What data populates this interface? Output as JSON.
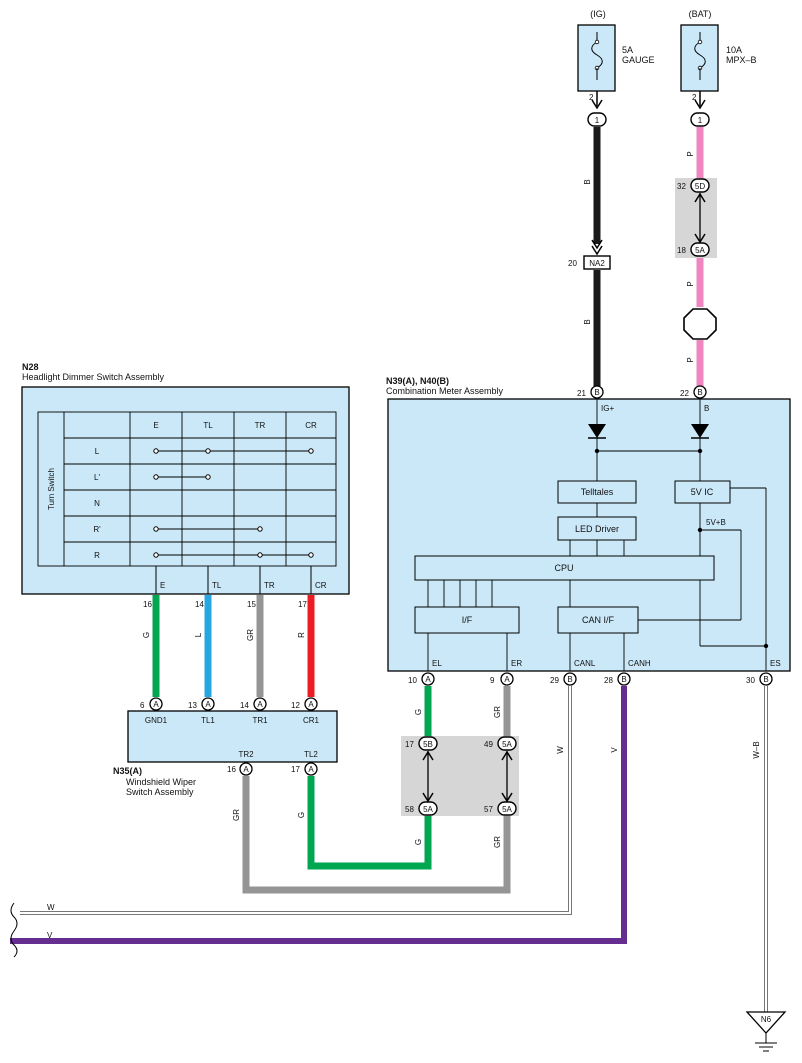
{
  "colors": {
    "component_fill": "#cbe8f8",
    "splice_fill": "#d6d6d6",
    "wire_B": "#1a1a1a",
    "wire_P": "#ee86bf",
    "wire_G": "#00a650",
    "wire_L": "#27a6e1",
    "wire_GR": "#959595",
    "wire_R": "#ed1c24",
    "wire_V": "#662d91",
    "wire_W": "#ffffff"
  },
  "fuses": {
    "ig": {
      "supply": "(IG)",
      "rating": "5A",
      "name": "GAUGE",
      "pin": "2",
      "conn_pin": "1"
    },
    "bat": {
      "supply": "(BAT)",
      "rating": "10A",
      "name": "MPX–B",
      "pin": "2",
      "conn_pin": "1"
    }
  },
  "junctions": {
    "j_5d": {
      "pin": "32",
      "label": "5D"
    },
    "j_5a_bat": {
      "pin": "18",
      "label": "5A"
    },
    "na2": {
      "pin": "20",
      "label": "NA2"
    },
    "j_5b": {
      "pin": "17",
      "label": "5B"
    },
    "j_5a_er_top": {
      "pin": "49",
      "label": "5A"
    },
    "j_5a_el_bot": {
      "pin": "58",
      "label": "5A"
    },
    "j_5a_er_bot": {
      "pin": "57",
      "label": "5A"
    }
  },
  "n28": {
    "id": "N28",
    "name": "Headlight Dimmer Switch Assembly",
    "side_label": "Turn Switch",
    "columns": [
      "E",
      "TL",
      "TR",
      "CR"
    ],
    "rows": [
      "L",
      "L'",
      "N",
      "R'",
      "R"
    ],
    "terminals": [
      {
        "label": "E",
        "pin": "16",
        "wire": "G"
      },
      {
        "label": "TL",
        "pin": "14",
        "wire": "L"
      },
      {
        "label": "TR",
        "pin": "15",
        "wire": "GR"
      },
      {
        "label": "CR",
        "pin": "17",
        "wire": "R"
      }
    ]
  },
  "n35": {
    "id": "N35(A)",
    "name": "Windshield Wiper",
    "name2": "Switch Assembly",
    "top_terminals": [
      {
        "label": "GND1",
        "pin": "6",
        "conn": "A"
      },
      {
        "label": "TL1",
        "pin": "13",
        "conn": "A"
      },
      {
        "label": "TR1",
        "pin": "14",
        "conn": "A"
      },
      {
        "label": "CR1",
        "pin": "12",
        "conn": "A"
      }
    ],
    "bottom_terminals": [
      {
        "label": "TR2",
        "pin": "16",
        "conn": "A",
        "wire": "GR"
      },
      {
        "label": "TL2",
        "pin": "17",
        "conn": "A",
        "wire": "G"
      }
    ]
  },
  "meter": {
    "id": "N39(A), N40(B)",
    "name": "Combination Meter Assembly",
    "top_terminals": [
      {
        "label": "IG+",
        "pin": "21",
        "conn": "B"
      },
      {
        "label": "B",
        "pin": "22",
        "conn": "B"
      }
    ],
    "blocks": {
      "telltales": "Telltales",
      "led": "LED Driver",
      "cpu": "CPU",
      "five_v_ic": "5V IC",
      "if": "I/F",
      "can_if": "CAN I/F",
      "five_v_b": "5V+B"
    },
    "bottom_terminals": [
      {
        "label": "EL",
        "pin": "10",
        "conn": "A",
        "wire": "G"
      },
      {
        "label": "ER",
        "pin": "9",
        "conn": "A",
        "wire": "GR"
      },
      {
        "label": "CANL",
        "pin": "29",
        "conn": "B",
        "wire": "W"
      },
      {
        "label": "CANH",
        "pin": "28",
        "conn": "B",
        "wire": "V"
      },
      {
        "label": "ES",
        "pin": "30",
        "conn": "B",
        "wire": "W–B"
      }
    ]
  },
  "wires": {
    "ig_upper": "B",
    "ig_lower": "B",
    "bat_upper": "P",
    "bat_mid": "P",
    "bat_lower": "P",
    "el_upper": "G",
    "el_lower": "G",
    "er_upper": "GR",
    "er_lower": "GR",
    "tr2": "GR",
    "tl2": "G",
    "canl": "W",
    "canh": "V",
    "es": "W–B",
    "bus_w": "W",
    "bus_v": "V"
  },
  "ground": {
    "label": "N6"
  }
}
